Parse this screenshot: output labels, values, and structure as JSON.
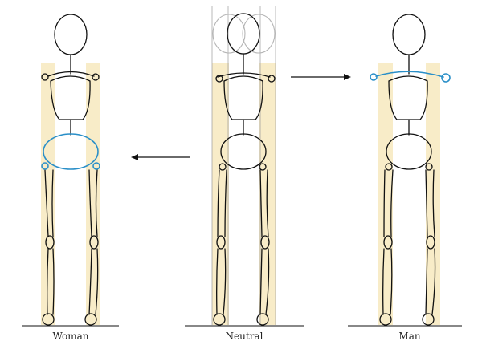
{
  "figures": [
    {
      "id": "woman",
      "label": "Woman"
    },
    {
      "id": "neutral",
      "label": "Neutral"
    },
    {
      "id": "man",
      "label": "Man"
    }
  ],
  "colors": {
    "guide_band": "#f8ecc8",
    "outline": "#111111",
    "highlight": "#2a8fc8",
    "guide_line": "#9a9a9a",
    "head_ghost": "#b5b5b5"
  },
  "arrows": [
    {
      "from": "neutral",
      "to": "woman"
    },
    {
      "from": "neutral",
      "to": "man"
    }
  ]
}
